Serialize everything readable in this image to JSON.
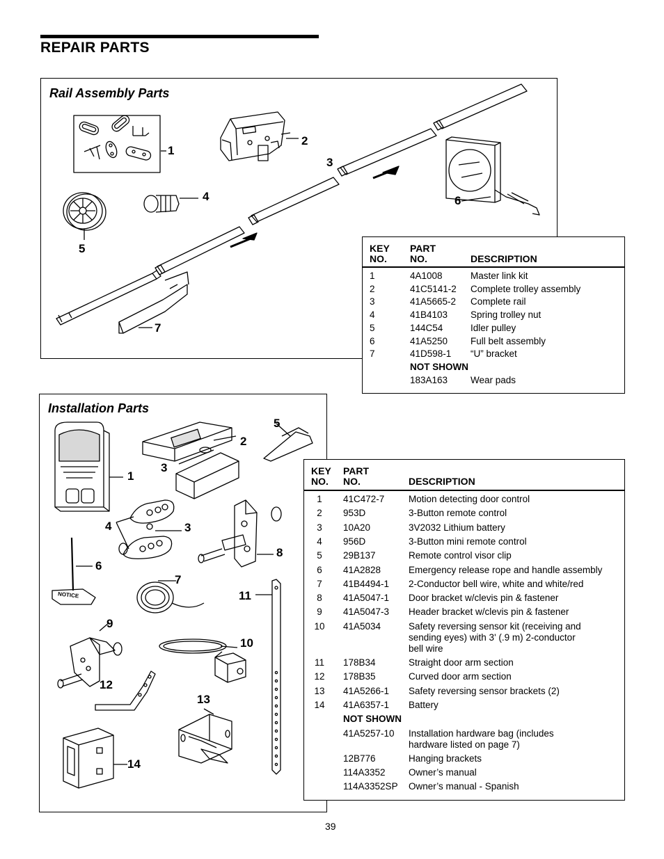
{
  "header": {
    "title": "REPAIR PARTS"
  },
  "rail": {
    "title": "Rail Assembly Parts",
    "callouts": [
      "1",
      "2",
      "3",
      "4",
      "5",
      "6",
      "7"
    ],
    "table": {
      "col_key": "KEY\nNO.",
      "col_part": "PART\nNO.",
      "col_desc": "DESCRIPTION",
      "rows": [
        {
          "key": "1",
          "part": "4A1008",
          "desc": "Master link kit"
        },
        {
          "key": "2",
          "part": "41C5141-2",
          "desc": "Complete trolley assembly"
        },
        {
          "key": "3",
          "part": "41A5665-2",
          "desc": "Complete rail"
        },
        {
          "key": "4",
          "part": "41B4103",
          "desc": "Spring trolley nut"
        },
        {
          "key": "5",
          "part": "144C54",
          "desc": "Idler pulley"
        },
        {
          "key": "6",
          "part": "41A5250",
          "desc": "Full belt assembly"
        },
        {
          "key": "7",
          "part": "41D598-1",
          "desc": "“U” bracket"
        }
      ],
      "not_shown_label": "NOT SHOWN",
      "not_shown": [
        {
          "part": "183A163",
          "desc": "Wear pads"
        }
      ]
    }
  },
  "install": {
    "title": "Installation Parts",
    "callouts": [
      "1",
      "2",
      "3",
      "3",
      "4",
      "5",
      "6",
      "7",
      "8",
      "9",
      "10",
      "11",
      "12",
      "13",
      "14"
    ],
    "notice_label": "NOTICE",
    "table": {
      "col_key": "KEY\nNO.",
      "col_part": "PART\nNO.",
      "col_desc": "DESCRIPTION",
      "rows": [
        {
          "key": "1",
          "part": "41C472-7",
          "desc": "Motion detecting door control"
        },
        {
          "key": "2",
          "part": "953D",
          "desc": "3-Button remote control"
        },
        {
          "key": "3",
          "part": "10A20",
          "desc": "3V2032 Lithium battery"
        },
        {
          "key": "4",
          "part": "956D",
          "desc": "3-Button mini remote control"
        },
        {
          "key": "5",
          "part": "29B137",
          "desc": "Remote control visor clip"
        },
        {
          "key": "6",
          "part": "41A2828",
          "desc": "Emergency release rope and handle assembly"
        },
        {
          "key": "7",
          "part": "41B4494-1",
          "desc": "2-Conductor bell wire, white and white/red"
        },
        {
          "key": "8",
          "part": "41A5047-1",
          "desc": "Door bracket w/clevis pin & fastener"
        },
        {
          "key": "9",
          "part": "41A5047-3",
          "desc": "Header bracket w/clevis pin & fastener"
        },
        {
          "key": "10",
          "part": "41A5034",
          "desc": "Safety reversing sensor kit (receiving and\nsending eyes) with 3' (.9 m) 2-conductor\nbell wire"
        },
        {
          "key": "11",
          "part": "178B34",
          "desc": "Straight door arm section"
        },
        {
          "key": "12",
          "part": "178B35",
          "desc": "Curved door arm section"
        },
        {
          "key": "13",
          "part": "41A5266-1",
          "desc": "Safety reversing sensor brackets (2)"
        },
        {
          "key": "14",
          "part": "41A6357-1",
          "desc": "Battery"
        }
      ],
      "not_shown_label": "NOT SHOWN",
      "not_shown": [
        {
          "part": "41A5257-10",
          "desc": "Installation hardware bag (includes\nhardware listed on page 7)"
        },
        {
          "part": "12B776",
          "desc": "Hanging brackets"
        },
        {
          "part": "114A3352",
          "desc": "Owner’s manual"
        },
        {
          "part": "114A3352SP",
          "desc": "Owner’s manual - Spanish"
        }
      ]
    }
  },
  "footer": {
    "page_number": "39"
  }
}
